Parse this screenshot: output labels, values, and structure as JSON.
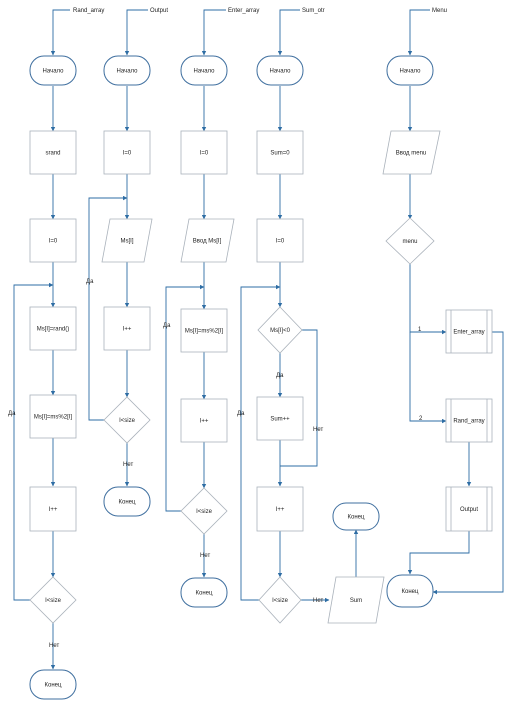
{
  "colors": {
    "line": "#2e6da4",
    "terminal": "#3f6f9f",
    "box": "#aab2bb"
  },
  "diagram": {
    "titles": [
      "Rand_array",
      "Output",
      "Enter_array",
      "Sum_otr",
      "Menu"
    ],
    "nodes": {
      "c1_start": "Начало",
      "c1_srand": "srand",
      "c1_init": "I=0",
      "c1_assign1": "Ms[I]=rand()",
      "c1_assign2": "Ms[I]=ms%2[I]",
      "c1_inc": "I++",
      "c1_cond": "I<size",
      "c1_end": "Конец",
      "c2_start": "Начало",
      "c2_init": "I=0",
      "c2_output": "Ms[I]",
      "c2_inc": "I++",
      "c2_cond": "I<size",
      "c2_end": "Конец",
      "c3_start": "Начало",
      "c3_init": "I=0",
      "c3_input": "Ввод Ms[I]",
      "c3_assign": "Ms[I]=ms%2[I]",
      "c3_inc": "I++",
      "c3_cond": "I<size",
      "c3_end": "Конец",
      "c4_start": "Начало",
      "c4_sum": "Sum=0",
      "c4_init": "I=0",
      "c4_check": "Ms[I]<0",
      "c4_add": "Sum++",
      "c4_inc": "I++",
      "c4_cond": "I<size",
      "c4_out": "Sum",
      "c4_end": "Конец",
      "c5_start": "Начало",
      "c5_input": "Ввод menu",
      "c5_menu": "menu",
      "c5_enter": "Enter_array",
      "c5_rand": "Rand_array",
      "c5_output": "Output",
      "c5_end": "Конец"
    },
    "labels": {
      "c1_yes": "Да",
      "c1_no": "Нет",
      "c2_yes": "Да",
      "c2_no": "Нет",
      "c3_yes": "Да",
      "c3_no": "Нет",
      "c4_check_yes": "Да",
      "c4_check_no": "Нет",
      "c4_yes": "Да",
      "c4_no": "Нет",
      "c5_opt1": "1",
      "c5_opt2": "2"
    }
  }
}
